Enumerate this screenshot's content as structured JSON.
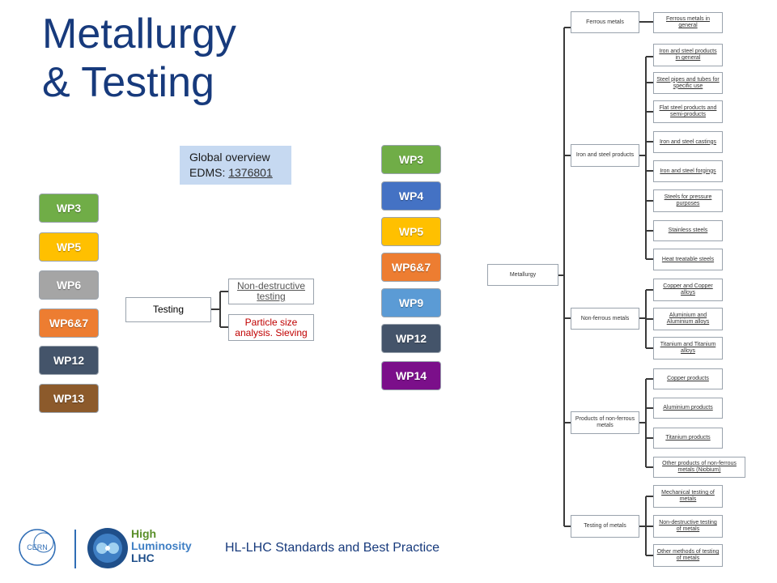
{
  "title_line1": "Metallurgy",
  "title_line2": "& Testing",
  "global": {
    "label": "Global overview",
    "edms_prefix": "EDMS: ",
    "edms_number": "1376801"
  },
  "left_wps": [
    {
      "label": "WP3",
      "color": "#70ad47"
    },
    {
      "label": "WP5",
      "color": "#ffc000"
    },
    {
      "label": "WP6",
      "color": "#a5a5a5"
    },
    {
      "label": "WP6&7",
      "color": "#ed7d31"
    },
    {
      "label": "WP12",
      "color": "#44546a"
    },
    {
      "label": "WP13",
      "color": "#8c5a2b"
    }
  ],
  "mid_wps": [
    {
      "label": "WP3",
      "color": "#70ad47"
    },
    {
      "label": "WP4",
      "color": "#4472c4"
    },
    {
      "label": "WP5",
      "color": "#ffc000"
    },
    {
      "label": "WP6&7",
      "color": "#ed7d31"
    },
    {
      "label": "WP9",
      "color": "#5b9bd5"
    },
    {
      "label": "WP12",
      "color": "#44546a"
    },
    {
      "label": "WP14",
      "color": "#7b0f8a"
    }
  ],
  "testing": {
    "root": "Testing",
    "children": [
      {
        "label": "Non-destructive testing",
        "color": "#555555"
      },
      {
        "label": "Particle size analysis. Sieving",
        "color": "#c00000"
      }
    ]
  },
  "metallurgy": {
    "root": "Metallurgy",
    "categories": [
      {
        "label": "Ferrous metals",
        "leaves": [
          "Ferrous metals in general"
        ]
      },
      {
        "label": "Iron and steel products",
        "leaves": [
          "Iron and steel products in general",
          "Steel pipes and tubes for specific use",
          "Flat steel products and semi-products",
          "Iron and steel castings",
          "Iron and steel forgings",
          "Steels for pressure purposes",
          "Stainless steels",
          "Heat treatable steels"
        ]
      },
      {
        "label": "Non-ferrous metals",
        "leaves": [
          "Copper and Copper alloys",
          "Aluminium and Aluminium alloys",
          "Titanium and Titanium alloys"
        ]
      },
      {
        "label": "Products of non-ferrous metals",
        "leaves": [
          "Copper products",
          "Aluminium products",
          "Titanium products",
          "Other products of non-ferrous metals (Niobium)"
        ]
      },
      {
        "label": "Testing of metals",
        "leaves": [
          "Mechanical testing of metals",
          "Non-destructive testing of metals",
          "Other methods of testing of metals"
        ]
      }
    ]
  },
  "footer": "HL-LHC Standards and Best Practice",
  "logos": {
    "cern": "CERN",
    "hilumi_1": "High",
    "hilumi_2": "Luminosity",
    "hilumi_3": "LHC"
  }
}
